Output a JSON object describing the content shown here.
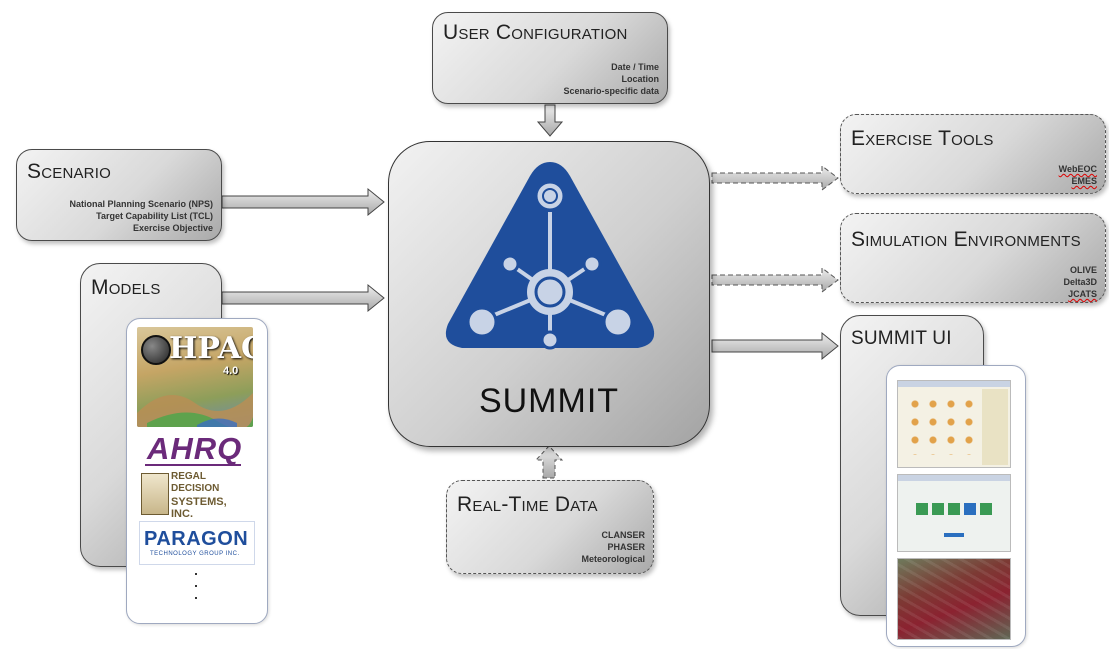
{
  "user_config": {
    "title": "User Configuration",
    "items": [
      "Date / Time",
      "Location",
      "Scenario-specific data"
    ]
  },
  "scenario": {
    "title": "Scenario",
    "items": [
      "National Planning Scenario (NPS)",
      "Target Capability List (TCL)",
      "Exercise Objective"
    ]
  },
  "models": {
    "title": "Models",
    "logos": [
      "HPAC",
      "4.0",
      "AHRQ",
      "REGAL",
      "DECISION",
      "SYSTEMS, INC.",
      "PARAGON",
      "TECHNOLOGY GROUP INC."
    ]
  },
  "summit": {
    "label": "SUMMIT"
  },
  "exercise_tools": {
    "title": "Exercise Tools",
    "items": [
      "WebEOC",
      "EMES"
    ]
  },
  "simulation": {
    "title": "Simulation Environments",
    "items": [
      "OLIVE",
      "Delta3D",
      "JCATS"
    ]
  },
  "summit_ui": {
    "title": "SUMMIT UI"
  },
  "realtime": {
    "title": "Real-Time Data",
    "items": [
      "CLANSER",
      "PHASER",
      "Meteorological"
    ]
  },
  "colors": {
    "logo_blue": "#1f4e9c",
    "box_gray": "#d9d9d9",
    "arrow_gray": "#bdbdbd"
  }
}
